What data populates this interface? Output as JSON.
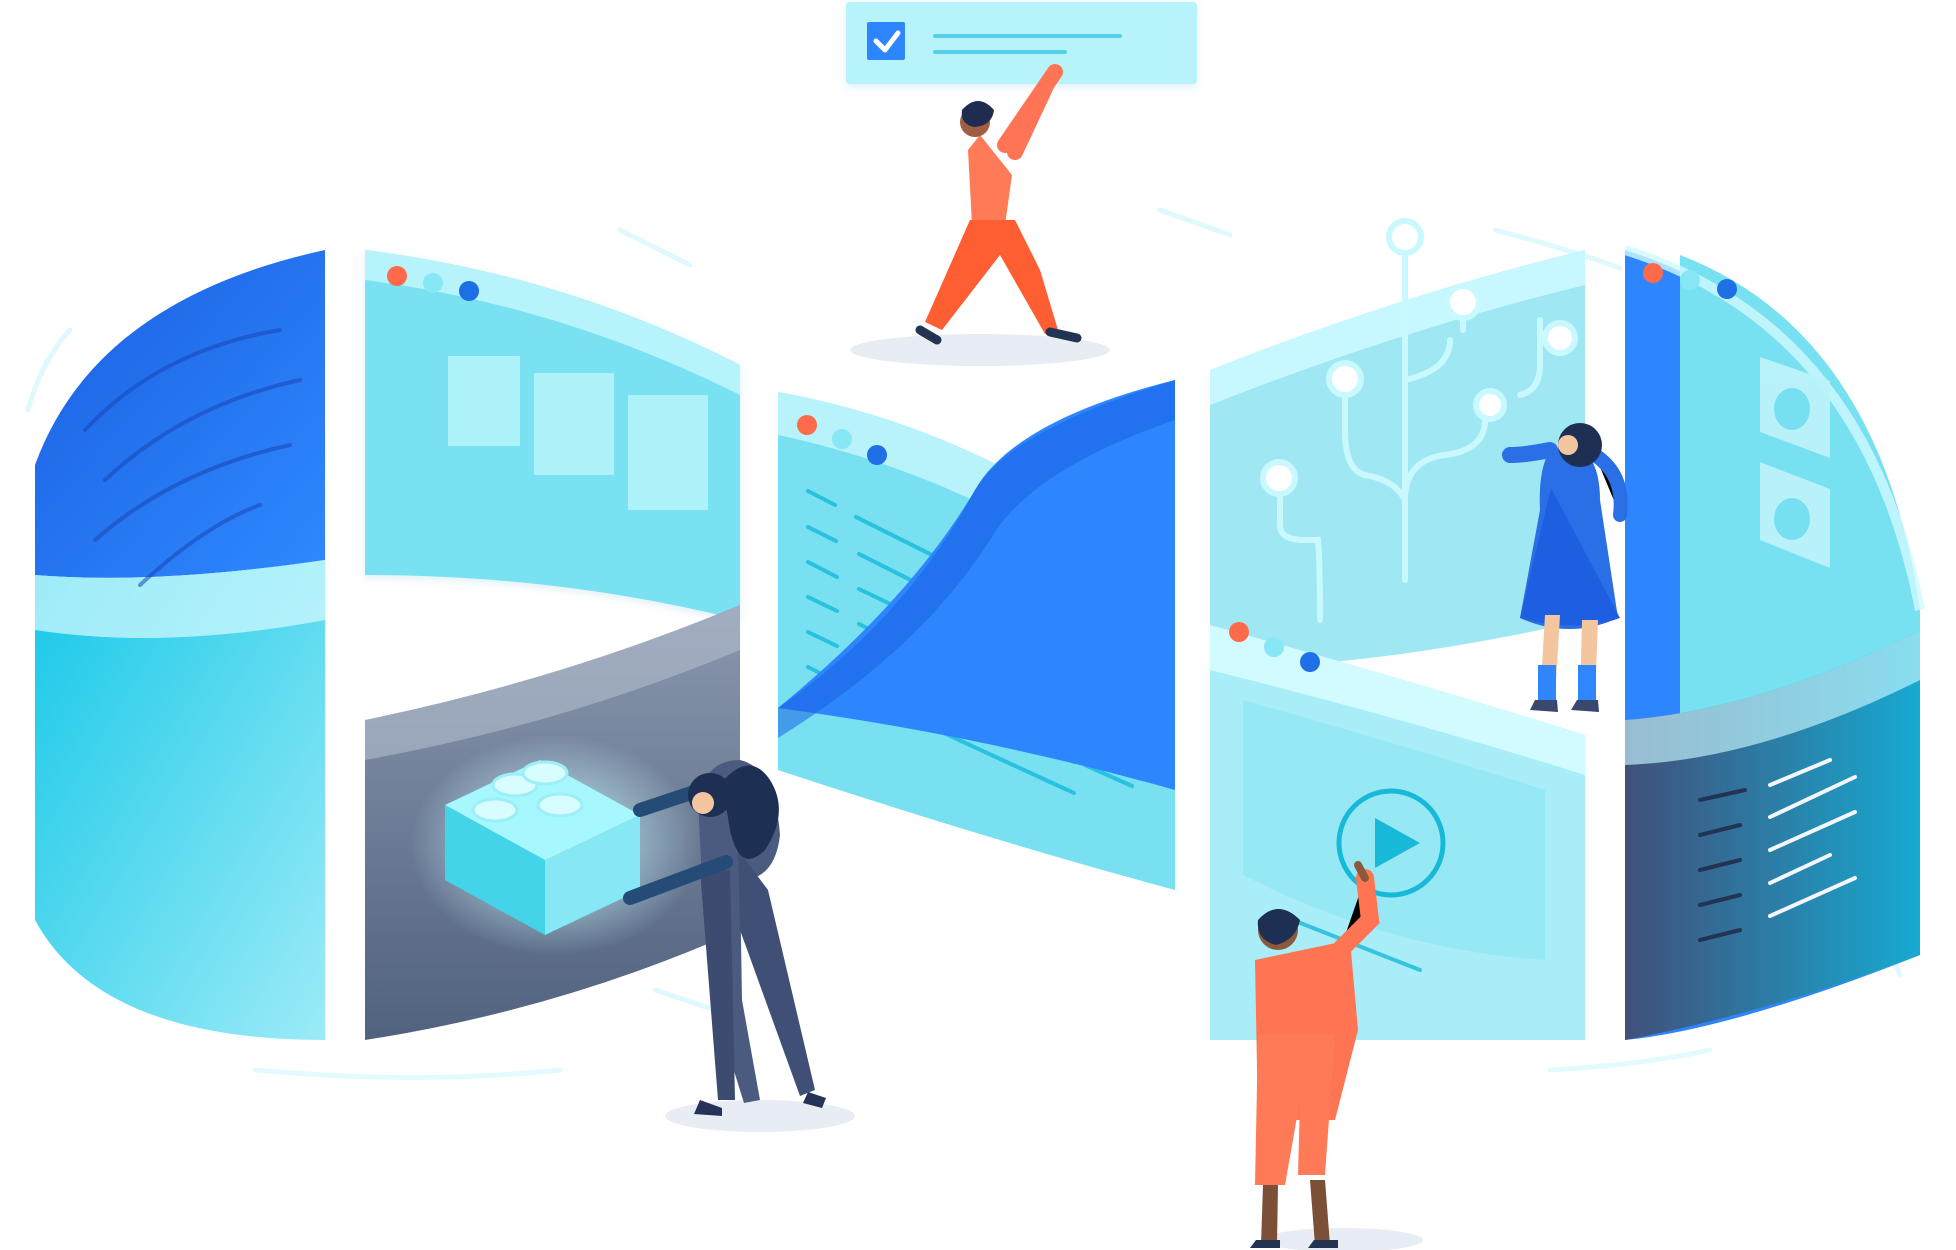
{
  "scene": {
    "kind": "isometric illustration",
    "background": "#ffffff",
    "text_present": false
  },
  "palette": {
    "deep_blue": "#1f6fe6",
    "blue": "#2f86ff",
    "cyan": "#74e2f2",
    "light_cyan": "#b9f3fb",
    "teal_line": "#25b8d8",
    "navy": "#39486c",
    "orange": "#ff6b45",
    "coral": "#ff7a56",
    "skin_light": "#f3c6a0",
    "skin_dark": "#8b5a3c",
    "hair": "#1d2f52"
  },
  "elements": {
    "checklist_card": "checkbox-icon",
    "windows": [
      "browser-window",
      "browser-window",
      "browser-window",
      "browser-window"
    ],
    "window_controls": [
      "red-dot",
      "cyan-dot",
      "blue-dot"
    ],
    "cube": "block-icon",
    "tree": "branch-icon",
    "play_button": "play-icon"
  }
}
